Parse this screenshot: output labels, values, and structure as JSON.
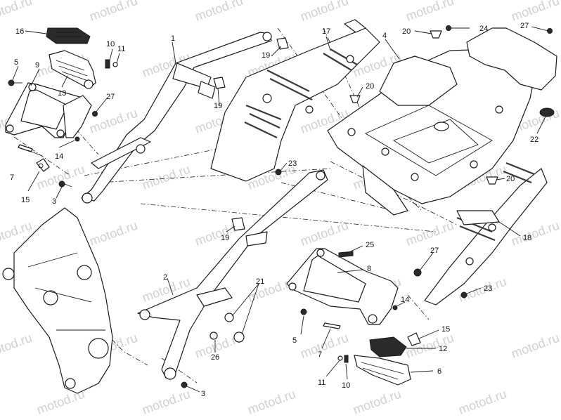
{
  "watermark": "motod.ru",
  "callouts": {
    "c1": "1",
    "c2": "2",
    "c3a": "3",
    "c3b": "3",
    "c4": "4",
    "c5a": "5",
    "c5b": "5",
    "c6": "6",
    "c7a": "7",
    "c7b": "7",
    "c8": "8",
    "c9": "9",
    "c10a": "10",
    "c10b": "10",
    "c11a": "11",
    "c11b": "11",
    "c12": "12",
    "c13": "13",
    "c14a": "14",
    "c14b": "14",
    "c15a": "15",
    "c15b": "15",
    "c16": "16",
    "c17": "17",
    "c18": "18",
    "c19a": "19",
    "c19b": "19",
    "c19c": "19",
    "c20a": "20",
    "c20b": "20",
    "c20c": "20",
    "c21": "21",
    "c22": "22",
    "c23a": "23",
    "c23b": "23",
    "c24": "24",
    "c25": "25",
    "c26": "26",
    "c27a": "27",
    "c27b": "27",
    "c27c": "27"
  }
}
